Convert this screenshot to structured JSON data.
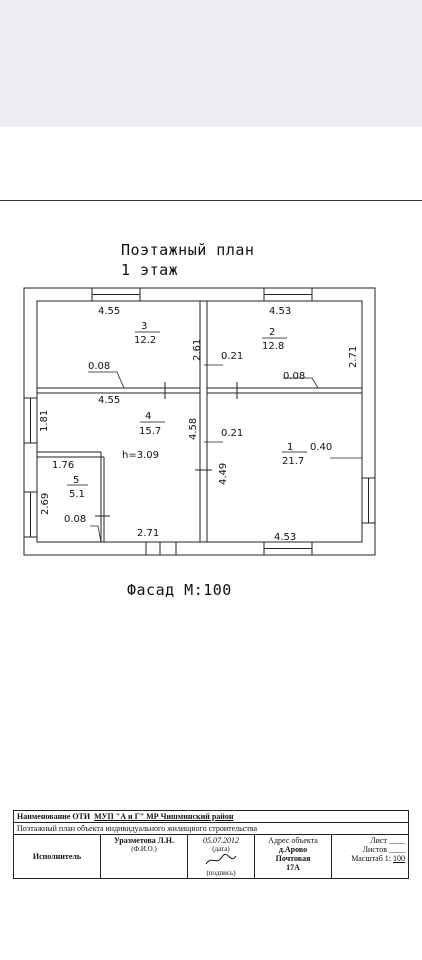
{
  "plan": {
    "title": "Поэтажный план",
    "floor": "1 этаж",
    "facade": "Фасад М:100",
    "rooms": [
      {
        "num": "3",
        "area": "12.2"
      },
      {
        "num": "2",
        "area": "12.8"
      },
      {
        "num": "4",
        "area": "15.7"
      },
      {
        "num": "1",
        "area": "21.7"
      },
      {
        "num": "5",
        "area": "5.1"
      }
    ],
    "dims": {
      "r3_width": "4.55",
      "r2_width": "4.53",
      "mid_left_width": "4.55",
      "bottom_right_width": "4.53",
      "bottom_left_width": "2.71",
      "r5_width": "1.76",
      "r5_height": "2.69",
      "left_wall_height": "1.81",
      "r3_height": "2.61",
      "r2_height": "2.71",
      "r4_height": "4.58",
      "r1_height": "4.49",
      "ceiling": "h=3.09",
      "wall_a": "0.08",
      "wall_b": "0.21",
      "wall_c": "0.08",
      "wall_d": "0.21",
      "wall_e": "0.40",
      "wall_f": "0.08"
    }
  },
  "stamp": {
    "oti_label": "Наименование ОТИ",
    "oti_value": "МУП \"А и Г\" МР Чишминский район",
    "plan_desc": "Поэтажный план объекта индивидуального жилищного строительства",
    "executor_label": "Исполнитель",
    "executor_name": "Уразметова Л.Н.",
    "fio_label": "(Ф.И.О.)",
    "date_value": "05.07.2012",
    "date_label": "(дата)",
    "sign_label": "(подпись)",
    "address_label": "Адрес объекта",
    "address_village": "д.Арово",
    "address_street": "Почтовая",
    "address_house": "17А",
    "sheet_label": "Лист",
    "sheets_label": "Листов",
    "scale_label": "Масштаб 1:",
    "scale_value": "100"
  }
}
